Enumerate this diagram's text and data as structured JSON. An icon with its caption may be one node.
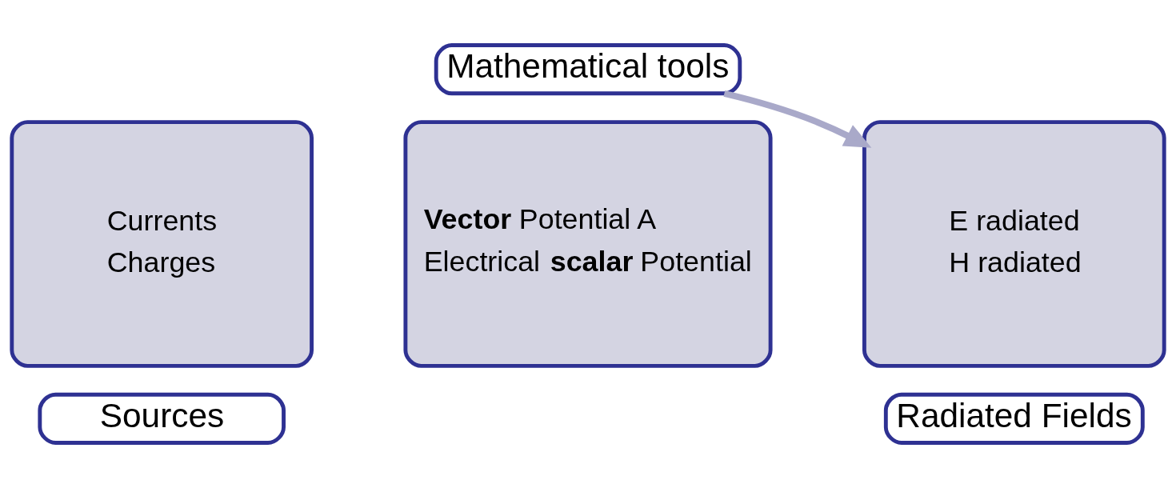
{
  "diagram": {
    "nodes": [
      {
        "text": [
          "Currents",
          "Charges"
        ]
      },
      {
        "text": [
          "Sources"
        ]
      },
      {
        "text": [
          "Mathematical tools"
        ]
      },
      {
        "text": [
          "**Vector** Potential A",
          "Electrical **scalar** Potential"
        ]
      },
      {
        "text": [
          "E radiated",
          "H radiated"
        ]
      },
      {
        "text": [
          "Radiated Fields"
        ]
      }
    ],
    "edges": [
      {
        "from": 2,
        "to": 4,
        "arrow": "to"
      }
    ]
  }
}
